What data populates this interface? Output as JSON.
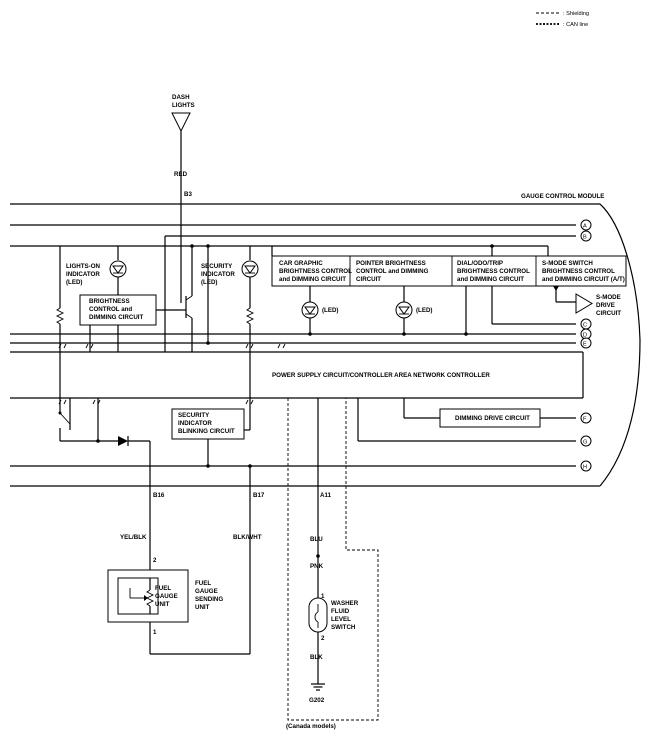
{
  "legend": {
    "shielding": ": Shielding",
    "can_line": ": CAN line"
  },
  "source": {
    "name": [
      "DASH",
      "LIGHTS"
    ],
    "wire": "RED",
    "pin": "B3"
  },
  "module": {
    "title": "GAUGE CONTROL MODULE",
    "lights_on_indicator": [
      "LIGHTS-ON",
      "INDICATOR",
      "(LED)"
    ],
    "brightness_control": [
      "BRIGHTNESS",
      "CONTROL and",
      "DIMMING CIRCUIT"
    ],
    "security_indicator": [
      "SECURITY",
      "INDICATOR",
      "(LED)"
    ],
    "car_graphic": [
      "CAR GRAPHIC",
      "BRIGHTNESS CONTROL",
      "and DIMMING CIRCUIT"
    ],
    "pointer_brightness": [
      "POINTER BRIGHTNESS",
      "CONTROL and DIMMING",
      "CIRCUIT"
    ],
    "dial_odo": [
      "DIAL/ODO/TRIP",
      "BRIGHTNESS CONTROL",
      "and DIMMING CIRCUIT"
    ],
    "smode_switch": [
      "S-MODE SWITCH",
      "BRIGHTNESS CONTROL",
      "and DIMMING CIRCUIT (A/T)"
    ],
    "smode_drive": [
      "S-MODE",
      "DRIVE",
      "CIRCUIT"
    ],
    "led_label": "(LED)",
    "power_supply": "POWER SUPPLY CIRCUIT/CONTROLLER AREA NETWORK CONTROLLER",
    "dimming_drive": "DIMMING DRIVE CIRCUIT",
    "security_blinking": [
      "SECURITY",
      "INDICATOR",
      "BLINKING CIRCUIT"
    ]
  },
  "connectors": [
    "A",
    "B",
    "C",
    "D",
    "E",
    "F",
    "G",
    "H"
  ],
  "pins": {
    "b16": "B16",
    "b17": "B17",
    "a11": "A11"
  },
  "fuel_gauge": {
    "wire_top": "YEL/BLK",
    "pin_top": "2",
    "name": [
      "FUEL",
      "GAUGE",
      "SENDING",
      "UNIT"
    ],
    "inner": [
      "FUEL",
      "GAUGE",
      "UNIT"
    ],
    "pin_bottom": "1"
  },
  "blk_wht": "BLK/WHT",
  "washer": {
    "wire_top": "BLU",
    "wire_mid": "PNK",
    "pin_top": "1",
    "name": [
      "WASHER",
      "FLUID",
      "LEVEL",
      "SWITCH"
    ],
    "pin_bottom": "2",
    "wire_bottom": "BLK",
    "ground": "G202",
    "note": "(Canada models)"
  }
}
